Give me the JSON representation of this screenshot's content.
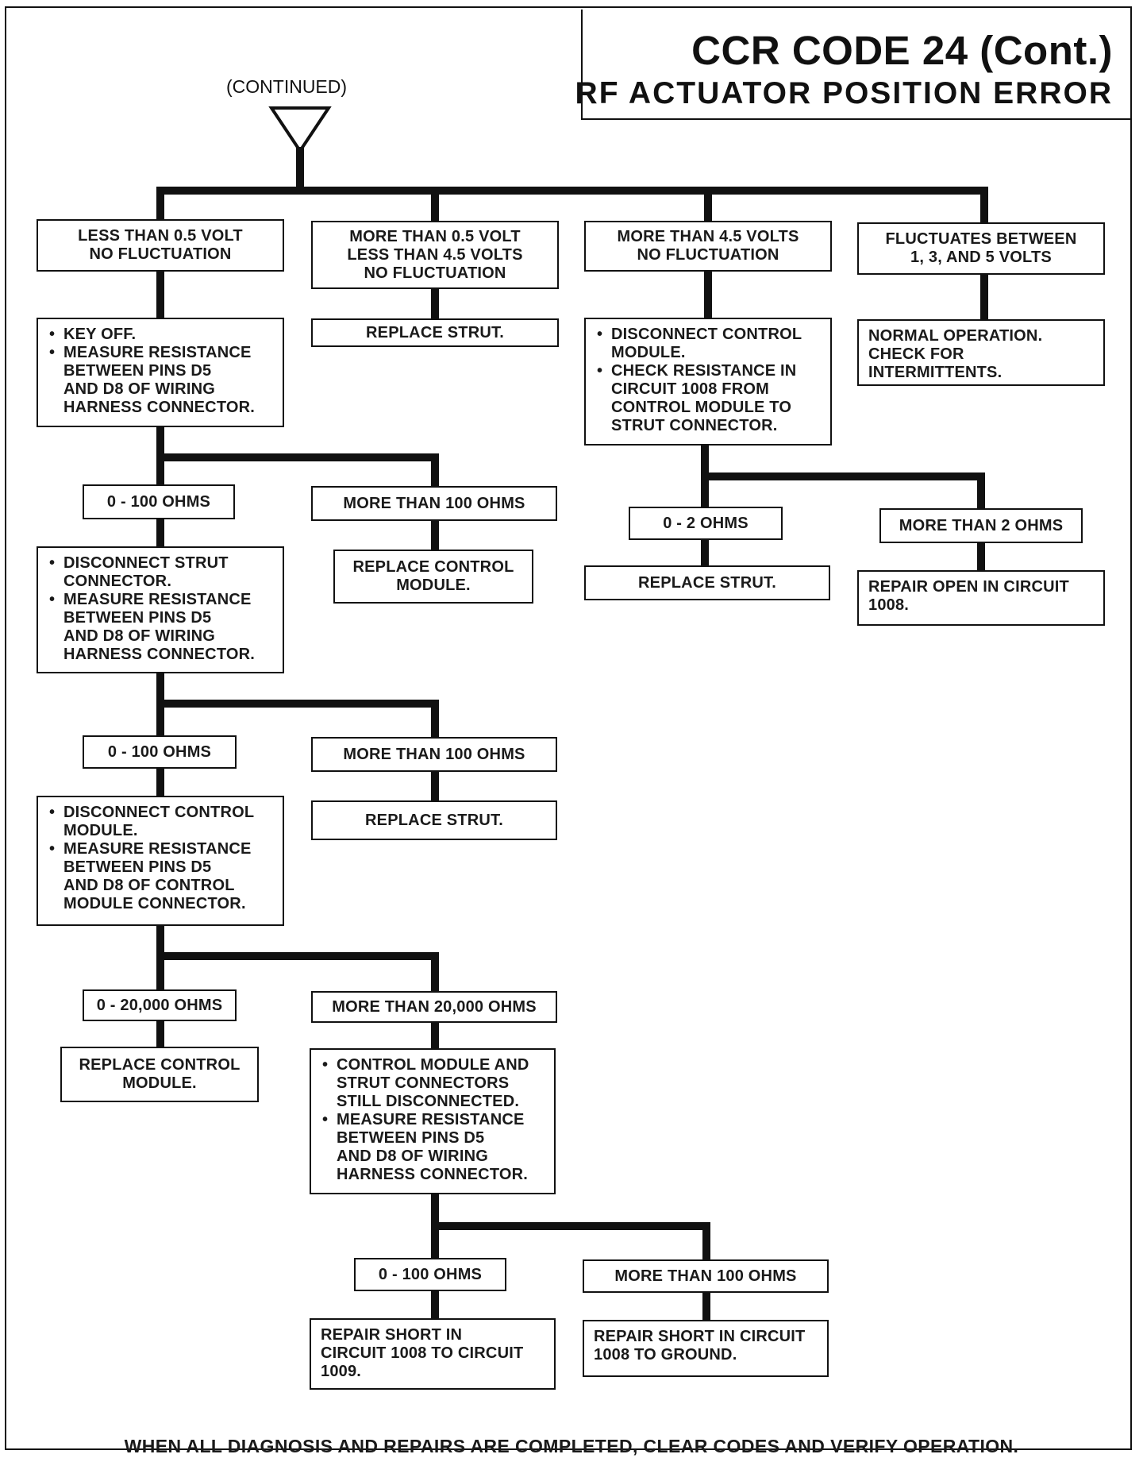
{
  "header": {
    "title": "CCR CODE 24 (Cont.)",
    "subtitle": "RF ACTUATOR POSITION ERROR",
    "continued": "(CONTINUED)"
  },
  "branches": {
    "b1": [
      "LESS THAN 0.5 VOLT",
      "NO FLUCTUATION"
    ],
    "b2": [
      "MORE THAN 0.5 VOLT",
      "LESS THAN 4.5 VOLTS",
      "NO FLUCTUATION"
    ],
    "b3": [
      "MORE THAN 4.5 VOLTS",
      "NO FLUCTUATION"
    ],
    "b4": [
      "FLUCTUATES BETWEEN",
      "1, 3, AND 5 VOLTS"
    ]
  },
  "steps": {
    "s1": [
      "KEY OFF.",
      "MEASURE RESISTANCE",
      "BETWEEN PINS D5",
      "AND D8 OF WIRING",
      "HARNESS CONNECTOR."
    ],
    "s2": [
      "REPLACE STRUT."
    ],
    "s3": [
      "DISCONNECT CONTROL",
      "MODULE.",
      "CHECK RESISTANCE IN",
      "CIRCUIT 1008 FROM",
      "CONTROL MODULE TO",
      "STRUT CONNECTOR."
    ],
    "s4": [
      "NORMAL OPERATION.",
      "CHECK FOR",
      "INTERMITTENTS."
    ],
    "r1a": [
      "0 - 100 OHMS"
    ],
    "r1b": [
      "MORE THAN 100 OHMS"
    ],
    "r3a": [
      "0 - 2 OHMS"
    ],
    "r3b": [
      "MORE THAN 2 OHMS"
    ],
    "s5": [
      "DISCONNECT STRUT",
      "CONNECTOR.",
      "MEASURE RESISTANCE",
      "BETWEEN PINS D5",
      "AND D8 OF WIRING",
      "HARNESS CONNECTOR."
    ],
    "s6": [
      "REPLACE CONTROL",
      "MODULE."
    ],
    "s7": [
      "REPLACE STRUT."
    ],
    "s8": [
      "REPAIR OPEN IN CIRCUIT",
      "1008."
    ],
    "r5a": [
      "0 - 100 OHMS"
    ],
    "r5b": [
      "MORE THAN 100 OHMS"
    ],
    "s9": [
      "DISCONNECT CONTROL",
      "MODULE.",
      "MEASURE RESISTANCE",
      "BETWEEN PINS D5",
      "AND D8 OF CONTROL",
      "MODULE CONNECTOR."
    ],
    "s10": [
      "REPLACE STRUT."
    ],
    "r9a": [
      "0 - 20,000 OHMS"
    ],
    "r9b": [
      "MORE THAN 20,000 OHMS"
    ],
    "s11": [
      "REPLACE CONTROL",
      "MODULE."
    ],
    "s12": [
      "CONTROL MODULE AND",
      "STRUT CONNECTORS",
      "STILL DISCONNECTED.",
      "MEASURE RESISTANCE",
      "BETWEEN PINS D5",
      "AND D8 OF WIRING",
      "HARNESS CONNECTOR."
    ],
    "r12a": [
      "0 - 100 OHMS"
    ],
    "r12b": [
      "MORE THAN 100 OHMS"
    ],
    "s13": [
      "REPAIR SHORT IN",
      "CIRCUIT 1008 TO CIRCUIT",
      "1009."
    ],
    "s14": [
      "REPAIR SHORT IN CIRCUIT",
      "1008 TO GROUND."
    ]
  },
  "footer": "WHEN ALL DIAGNOSIS AND REPAIRS ARE COMPLETED, CLEAR CODES AND VERIFY OPERATION."
}
